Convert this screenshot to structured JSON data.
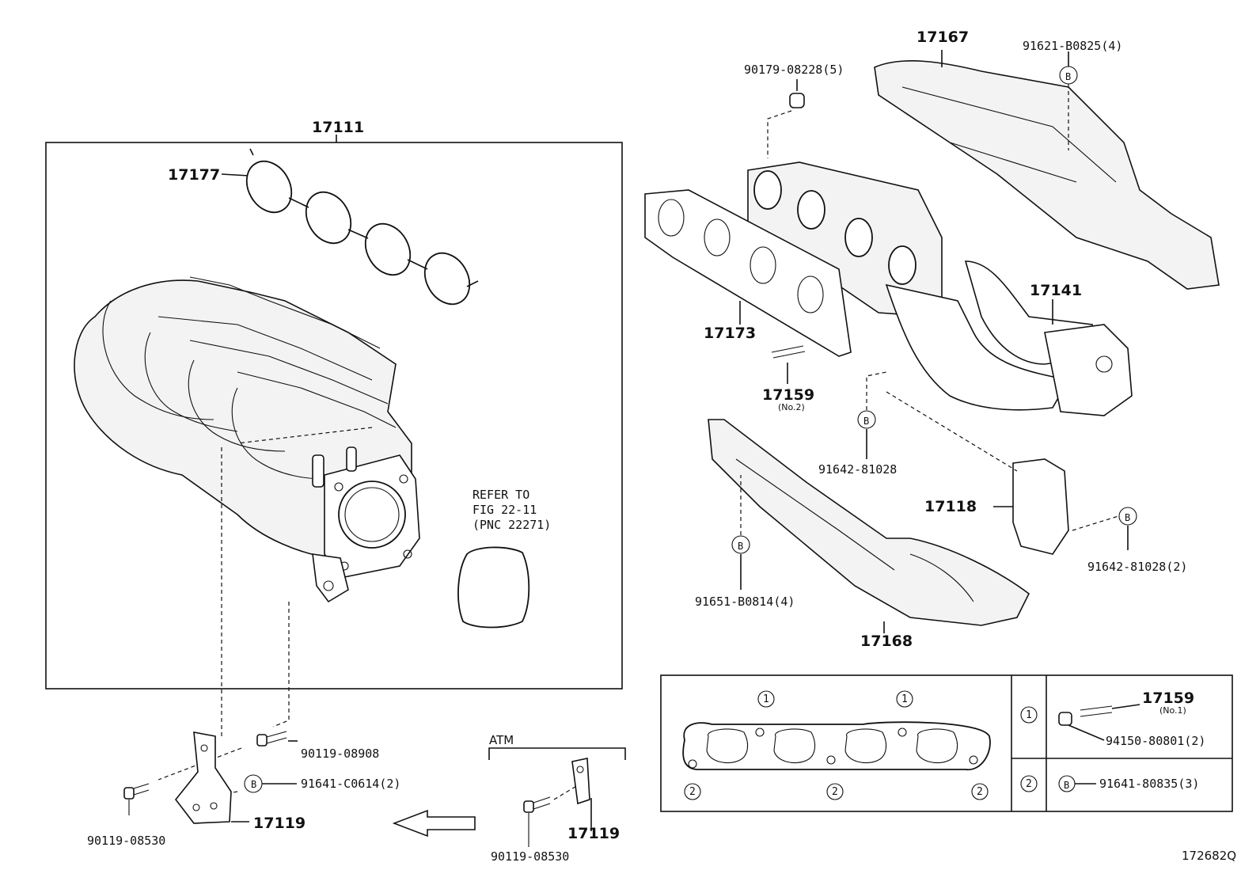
{
  "parts": {
    "intake_manifold": "17111",
    "intake_gasket": "17177",
    "refer_note": [
      "REFER TO",
      "FIG 22-11",
      "(PNC 22271)"
    ],
    "bolt_90119_08908": "90119-08908",
    "bolt_b_91641_c0614": "91641-C0614(2)",
    "bolt_90119_08530_left": "90119-08530",
    "stay_17119_left": "17119",
    "atm_label": "ATM",
    "bolt_90119_08530_atm": "90119-08530",
    "stay_17119_atm": "17119",
    "heat_insulator_upper": "17167",
    "bolt_91621_b0825": "91621-B0825(4)",
    "nut_90179_08228": "90179-08228(5)",
    "exhaust_gasket": "17173",
    "stud_17159": "17159",
    "stud_17159_sub": "(No.2)",
    "bolt_91642_81028": "91642-81028",
    "converter_17141": "17141",
    "bracket_17118": "17118",
    "bolt_91642_81028_2": "91642-81028(2)",
    "bolt_91651_b0814": "91651-B0814(4)",
    "heat_insulator_lower": "17168",
    "b_marker": "B"
  },
  "legend": {
    "marker_1": "1",
    "marker_2": "2",
    "stud_no1": "17159",
    "stud_no1_sub": "(No.1)",
    "nut_94150": "94150-80801(2)",
    "bolt_91641_80835": "91641-80835(3)"
  },
  "figure_id": "172682Q"
}
